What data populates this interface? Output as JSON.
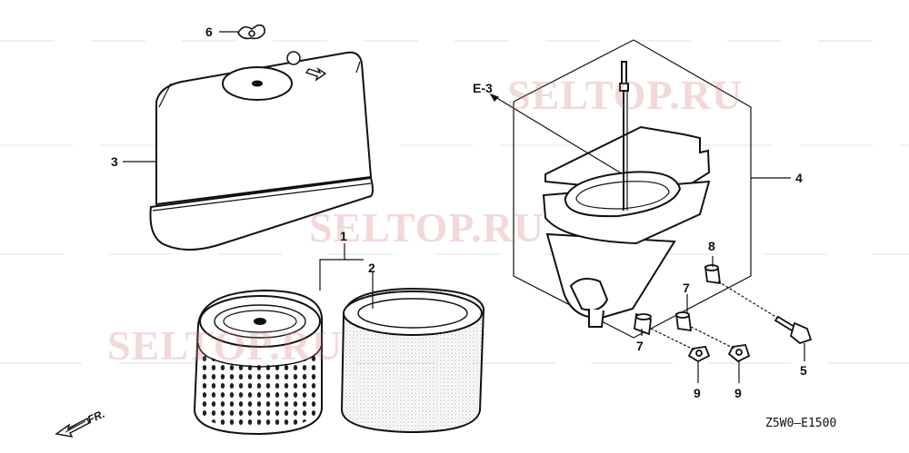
{
  "diagram": {
    "code": "Z5W0—E1500",
    "front_label": "FR.",
    "ref_label": "E-3",
    "watermark": "SELTOP.RU",
    "callouts": {
      "c1": "1",
      "c2": "2",
      "c3": "3",
      "c4": "4",
      "c5": "5",
      "c6": "6",
      "c7a": "7",
      "c7b": "7",
      "c8": "8",
      "c9a": "9",
      "c9b": "9"
    }
  },
  "parts": [
    {
      "name": "air-cleaner-cover",
      "callout": "3"
    },
    {
      "name": "air-cleaner-element",
      "callout": "1"
    },
    {
      "name": "pre-filter-foam",
      "callout": "2"
    },
    {
      "name": "air-cleaner-case",
      "callout": "4"
    },
    {
      "name": "bolt",
      "callout": "5"
    },
    {
      "name": "wing-nut",
      "callout": "6"
    },
    {
      "name": "collar",
      "callout": "7"
    },
    {
      "name": "collar",
      "callout": "8"
    },
    {
      "name": "nut",
      "callout": "9"
    }
  ]
}
